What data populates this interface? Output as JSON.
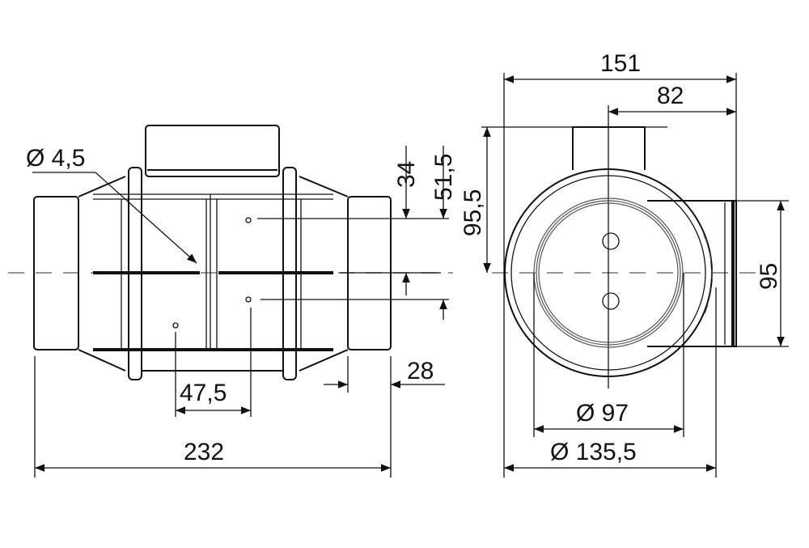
{
  "side_view": {
    "dims": {
      "hole_diameter": "Ø 4,5",
      "height_34": "34",
      "height_51_5": "51,5",
      "length_47_5": "47,5",
      "length_28": "28",
      "total_length": "232"
    }
  },
  "front_view": {
    "dims": {
      "width_151": "151",
      "width_82": "82",
      "height_95_5": "95,5",
      "height_95": "95",
      "diameter_97": "Ø 97",
      "diameter_135_5": "Ø 135,5"
    }
  }
}
